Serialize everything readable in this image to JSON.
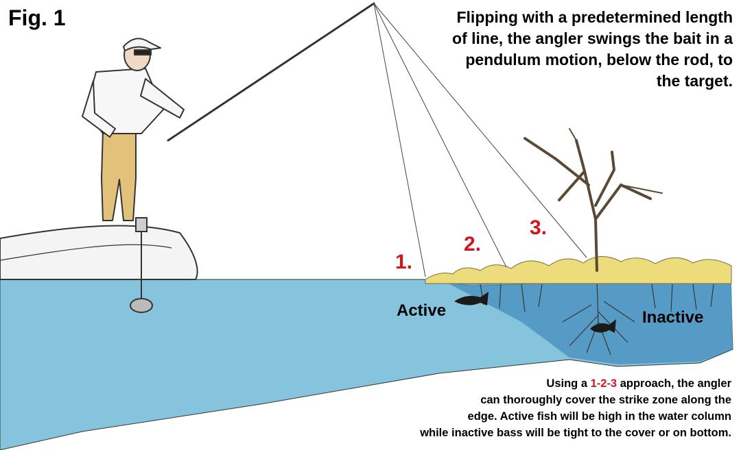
{
  "figure": {
    "label": "Fig. 1",
    "caption_top_lines": [
      "Flipping with a predetermined length",
      "of line, the angler swings the bait in a",
      "pendulum motion, below the rod, to",
      "the target."
    ]
  },
  "markers": [
    "1.",
    "2.",
    "3."
  ],
  "zones": {
    "active": "Active",
    "inactive": "Inactive"
  },
  "caption_bottom": {
    "line1_prefix": "Using a ",
    "line1_highlight": "1-2-3",
    "line1_suffix": " approach, the angler",
    "lines": [
      "can thoroughly cover the strike zone along the",
      "edge. Active fish will be high in the water column",
      "while inactive bass will be tight to the cover or on bottom."
    ]
  },
  "colors": {
    "water": "#86c3dc",
    "deep_water": "#4e94c2",
    "cover": "#eddc7c",
    "highlight": "#d0161d",
    "pants": "#e2c27a",
    "outline": "#333333"
  }
}
